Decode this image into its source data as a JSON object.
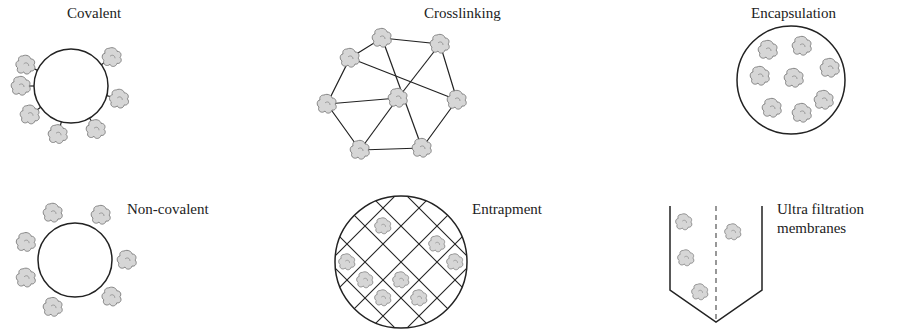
{
  "diagram": {
    "labels": [
      "Covalent",
      "Crosslinking",
      "Encapsulation",
      "Non-covalent",
      "Entrapment",
      "Ultra filtration membranes"
    ]
  }
}
